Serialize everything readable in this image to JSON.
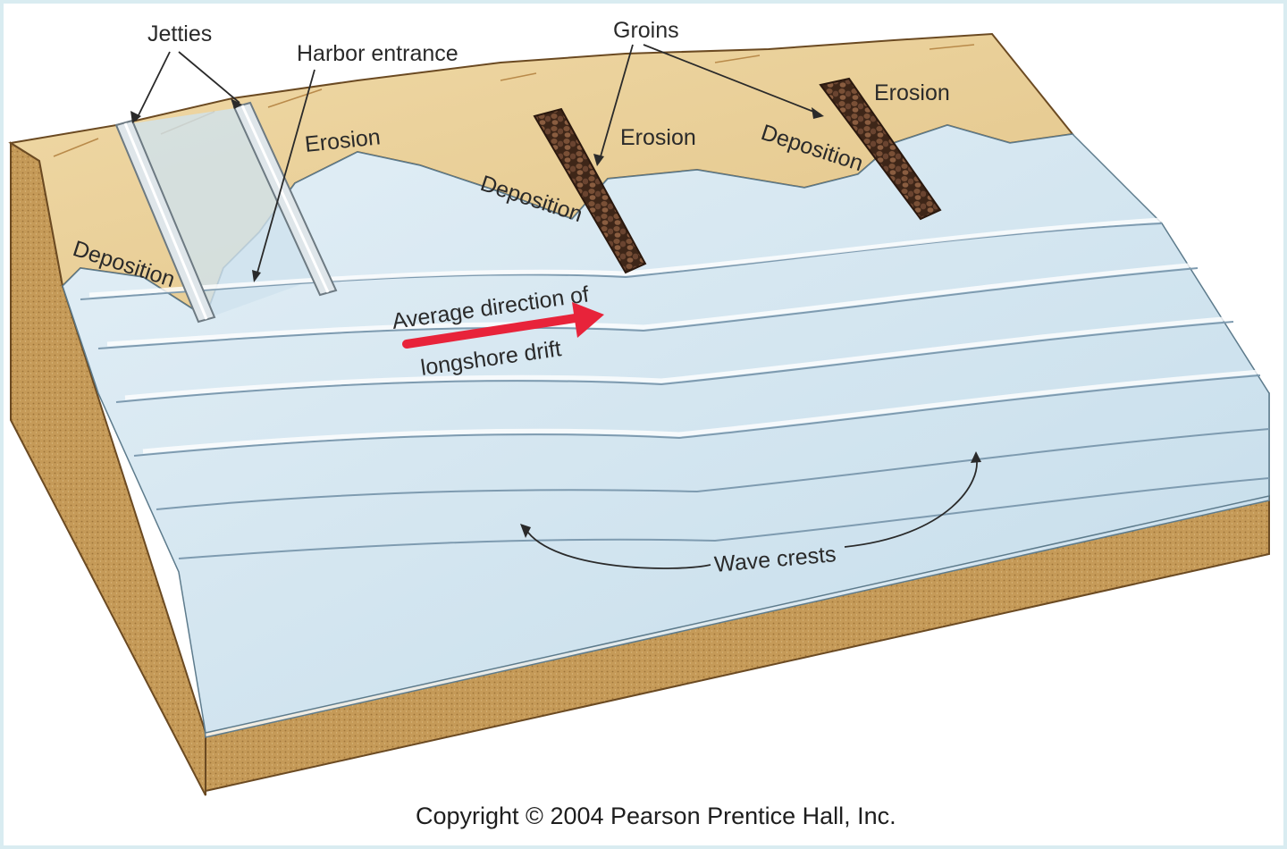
{
  "labels": {
    "jetties": "Jetties",
    "harbor_entrance": "Harbor entrance",
    "groins": "Groins",
    "erosion_1": "Erosion",
    "erosion_2": "Erosion",
    "erosion_3": "Erosion",
    "deposition_1": "Deposition",
    "deposition_2": "Deposition",
    "deposition_3": "Deposition",
    "drift_line1": "Average direction of",
    "drift_line2": "longshore drift",
    "wave_crests": "Wave crests"
  },
  "copyright": "Copyright © 2004 Pearson Prentice Hall, Inc.",
  "colors": {
    "sand": "#e8cf98",
    "sand_dark": "#b98a4a",
    "water": "#cfe3ee",
    "water_deep": "#a9cbe0",
    "drift_arrow": "#e8233a",
    "groin_rock": "#5a3a26"
  }
}
